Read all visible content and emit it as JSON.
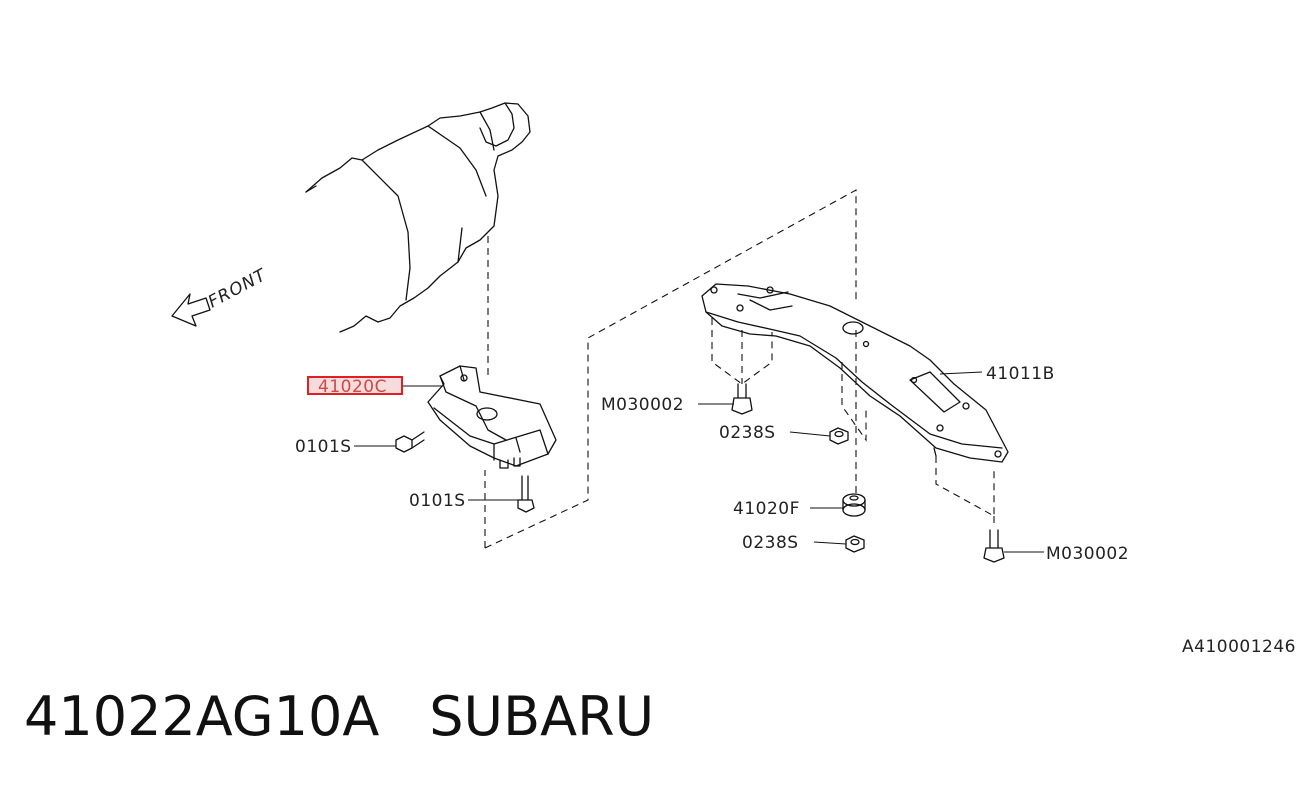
{
  "diagram": {
    "front_label": "FRONT",
    "diagram_code": "A410001246",
    "callouts": [
      {
        "id": "c1",
        "text": "41020C",
        "highlighted": true
      },
      {
        "id": "c2",
        "text": "0101S"
      },
      {
        "id": "c3",
        "text": "0101S"
      },
      {
        "id": "c4",
        "text": "M030002"
      },
      {
        "id": "c5",
        "text": "0238S"
      },
      {
        "id": "c6",
        "text": "41011B"
      },
      {
        "id": "c7",
        "text": "41020F"
      },
      {
        "id": "c8",
        "text": "0238S"
      },
      {
        "id": "c9",
        "text": "M030002"
      }
    ],
    "highlight_color": "#e02020"
  },
  "footer": {
    "part_number": "41022AG10A",
    "brand": "SUBARU"
  }
}
